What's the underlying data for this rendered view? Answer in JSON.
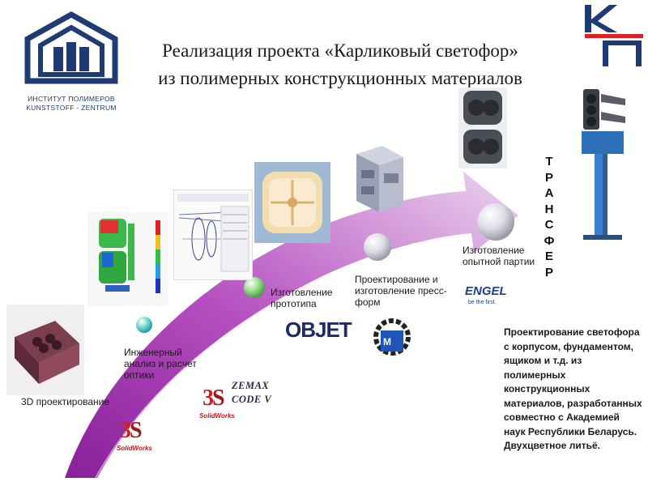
{
  "title": {
    "line1": "Реализация проекта «Карликовый светофор»",
    "line2": "из полимерных конструкционных материалов"
  },
  "institute_logo": {
    "line1": "ИНСТИТУТ ПОЛИМЕРОВ",
    "line2": "KUNSTSTOFF - ZENTRUM"
  },
  "steps": [
    {
      "label": "3D проектирование"
    },
    {
      "label": "Инженерный анализ и расчет оптики"
    },
    {
      "label": "Изготовление прототипа"
    },
    {
      "label": "Проектирование и изготовление пресс-форм"
    },
    {
      "label": "Изготовление опытной партии"
    }
  ],
  "software": {
    "solidworks_label": "SolidWorks",
    "zemax_line1": "ZEMAX",
    "zemax_line2": "CODE V",
    "objet": "OBJET",
    "engel": "ENGEL",
    "engel_tagline": "be the first."
  },
  "transfer_letters": [
    "Т",
    "Р",
    "А",
    "Н",
    "С",
    "Ф",
    "Е",
    "Р"
  ],
  "description": "Проектирование светофора с корпусом, фундаментом, ящиком и т.д. из полимерных конструкционных материалов, разработанных совместно с Академией наук Республики Беларусь. Двухцветное литьё.",
  "colors": {
    "arrow_purple": "#9b2fa8",
    "arrow_light": "#d9a6df",
    "logo_blue": "#1f3b73"
  }
}
